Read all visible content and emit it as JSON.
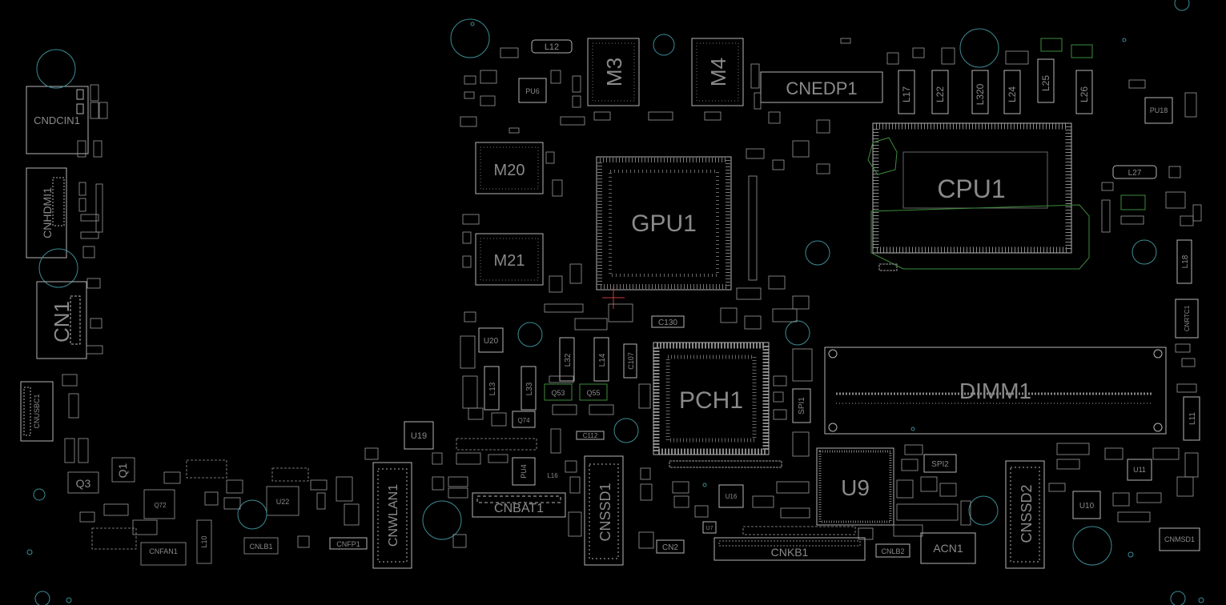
{
  "board": {
    "colors": {
      "background": "#000000",
      "outline": "#b4b4b4",
      "pad": "#9a9a9a",
      "label": "#8a8a8a",
      "hole": "#3c8c96",
      "highlight": "#3c8c3c",
      "marker": "#c83c3c"
    },
    "large_labels": {
      "cndcin1": "CNDCIN1",
      "cnhdmi1": "CNHDMI1",
      "cn1": "CN1",
      "cnedp1": "CNEDP1",
      "m3": "M3",
      "m4": "M4",
      "m20": "M20",
      "m21": "M21",
      "gpu1": "GPU1",
      "cpu1": "CPU1",
      "pch1": "PCH1",
      "dimm1": "DIMM1",
      "u9": "U9",
      "cnwlan1": "CNWLAN1",
      "cnbat1": "CNBAT1",
      "cnssd1": "CNSSD1",
      "cnssd2": "CNSSD2",
      "cnkb1": "CNKB1",
      "acn1": "ACN1"
    },
    "small_labels": {
      "q1": "Q1",
      "q3": "Q3",
      "u19": "U19",
      "u20": "U20",
      "u22": "U22",
      "u10": "U10",
      "u11": "U11",
      "u16": "U16",
      "u7": "U7",
      "spi1": "SPI1",
      "spi2": "SPI2",
      "l12": "L12",
      "l27": "L27",
      "l17": "L17",
      "l22": "L22",
      "l320": "L320",
      "l24": "L24",
      "l25": "L25",
      "l26": "L26",
      "l18": "L18",
      "l11": "L11",
      "l13": "L13",
      "l33": "L33",
      "l32": "L32",
      "l14": "L14",
      "l16": "L16",
      "l10": "L10",
      "c130": "C130",
      "c107": "C107",
      "c112": "C112",
      "cn2": "CN2",
      "cnlb2": "CNLB2",
      "cnlb1": "CNLB1",
      "cnfan1": "CNFAN1",
      "cnfp1": "CNFP1",
      "cnmsd1": "CNMSD1",
      "cnrtc1": "CNRTC1",
      "cnusbc1": "CNUSBC1",
      "pu6": "PU6",
      "pu18": "PU18",
      "pu4": "PU4",
      "q53": "Q53",
      "q55": "Q55",
      "q74": "Q74",
      "q72": "Q72"
    }
  }
}
